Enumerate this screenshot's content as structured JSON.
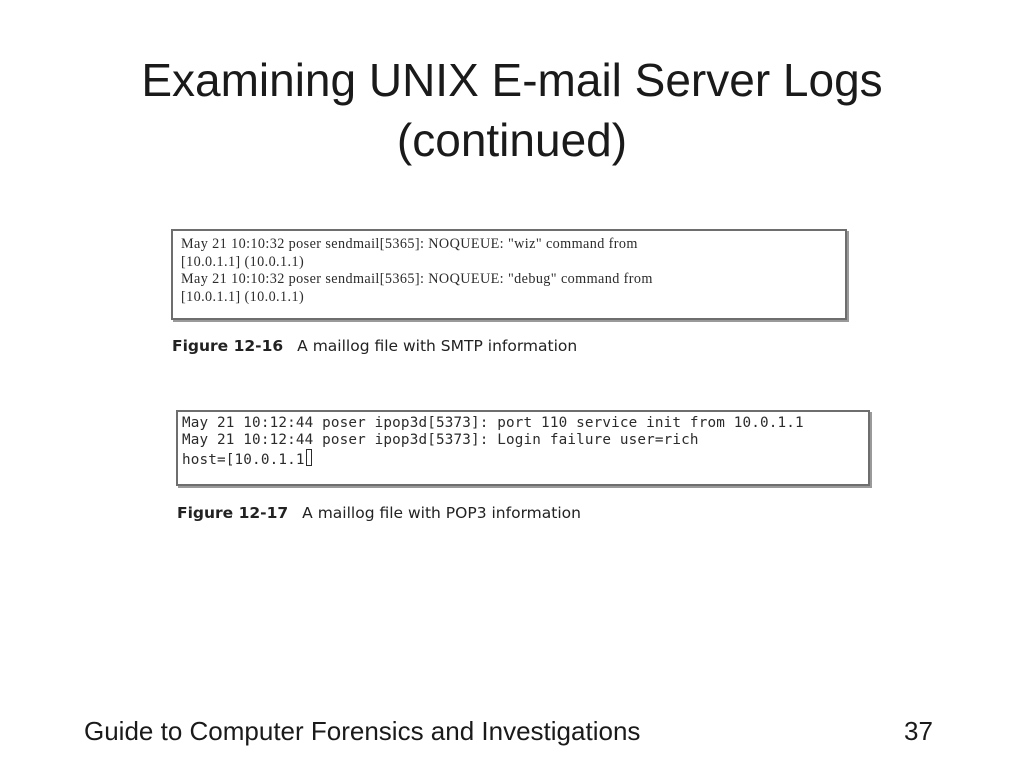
{
  "slide": {
    "title_lines": [
      "Examining UNIX E-mail Server Logs",
      "(continued)"
    ],
    "footer": "Guide to Computer Forensics and Investigations",
    "page_number": "37"
  },
  "figures": [
    {
      "log_lines": [
        "May 21 10:10:32 poser sendmail[5365]: NOQUEUE: \"wiz\" command from",
        "[10.0.1.1] (10.0.1.1)",
        "May 21 10:10:32 poser sendmail[5365]: NOQUEUE: \"debug\" command from",
        "[10.0.1.1] (10.0.1.1)"
      ],
      "label": "Figure 12-16",
      "caption": "A maillog file with SMTP information"
    },
    {
      "log_lines": [
        "May 21 10:12:44 poser ipop3d[5373]: port 110 service init from 10.0.1.1",
        "May 21 10:12:44 poser ipop3d[5373]: Login failure user=rich",
        "host=[10.0.1.1"
      ],
      "label": "Figure 12-17",
      "caption": "A maillog file with POP3 information"
    }
  ]
}
